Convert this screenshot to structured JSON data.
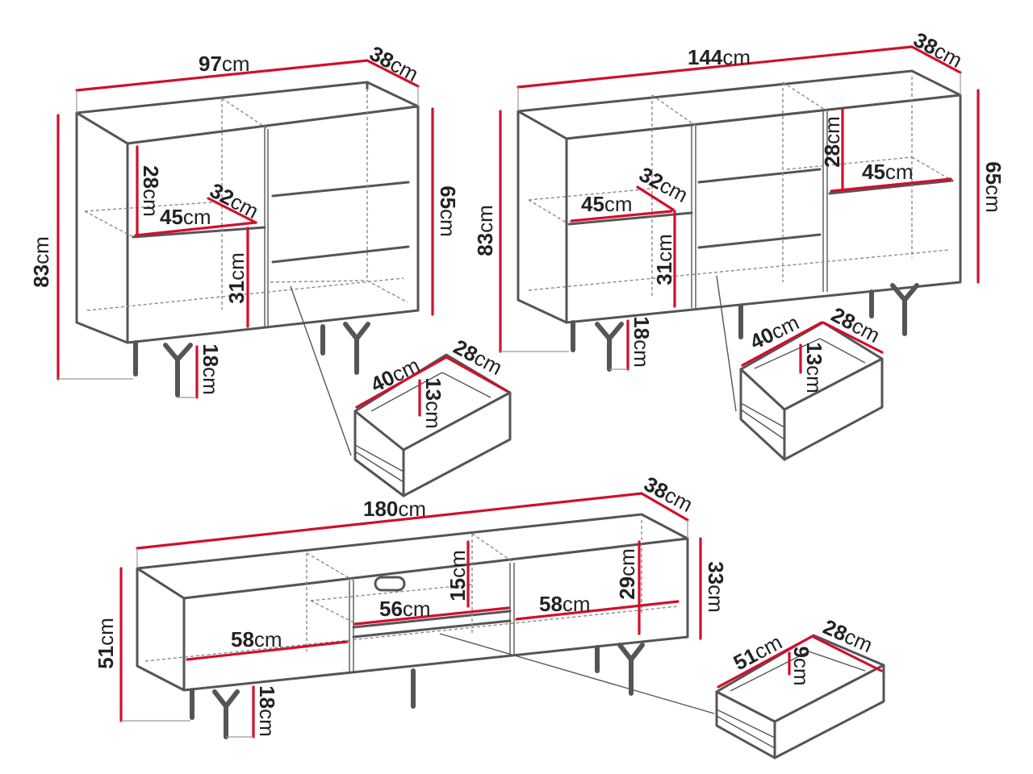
{
  "diagram": {
    "sideboard_97": {
      "width": "97",
      "depth": "38",
      "height": "83",
      "body_height": "65",
      "leg_height": "18",
      "shelf_height": "28",
      "shelf_width": "45",
      "shelf_depth": "32",
      "lower_height": "31",
      "drawer": {
        "width": "40",
        "depth": "28",
        "height": "13"
      }
    },
    "sideboard_144": {
      "width": "144",
      "depth": "38",
      "height": "83",
      "body_height": "65",
      "leg_height": "18",
      "left_shelf_width": "45",
      "shelf_depth": "32",
      "lower_height": "31",
      "right_shelf_height": "28",
      "right_shelf_width": "45",
      "drawer": {
        "width": "40",
        "depth": "28",
        "height": "13"
      }
    },
    "tv_stand_180": {
      "width": "180",
      "depth": "38",
      "height": "51",
      "body_height": "33",
      "leg_height": "18",
      "left_width": "58",
      "middle_width": "56",
      "middle_height": "15",
      "right_width": "58",
      "right_height": "29",
      "drawer": {
        "width": "51",
        "depth": "28",
        "height": "9"
      }
    },
    "unit": "cm"
  }
}
